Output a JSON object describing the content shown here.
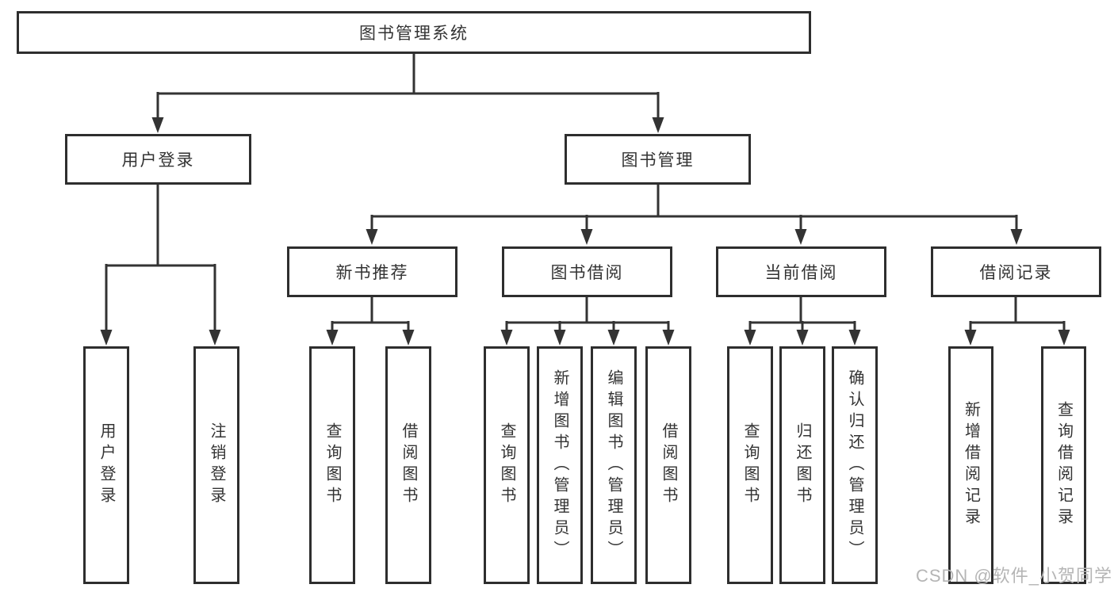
{
  "tree": {
    "root": {
      "label": "图书管理系统",
      "children": [
        {
          "label": "用户登录",
          "children": [
            {
              "label": "用户登录"
            },
            {
              "label": "注销登录"
            }
          ]
        },
        {
          "label": "图书管理",
          "children": [
            {
              "label": "新书推荐",
              "children": [
                {
                  "label": "查询图书"
                },
                {
                  "label": "借阅图书"
                }
              ]
            },
            {
              "label": "图书借阅",
              "children": [
                {
                  "label": "查询图书"
                },
                {
                  "label": "新增图书（管理员）"
                },
                {
                  "label": "编辑图书（管理员）"
                },
                {
                  "label": "借阅图书"
                }
              ]
            },
            {
              "label": "当前借阅",
              "children": [
                {
                  "label": "查询图书"
                },
                {
                  "label": "归还图书"
                },
                {
                  "label": "确认归还（管理员）"
                }
              ]
            },
            {
              "label": "借阅记录",
              "children": [
                {
                  "label": "新增借阅记录"
                },
                {
                  "label": "查询借阅记录"
                }
              ]
            }
          ]
        }
      ]
    }
  },
  "watermark": {
    "text": "CSDN @软件_小贺同学"
  },
  "colors": {
    "line": "#333333",
    "box_border": "#2e2e2e",
    "box_fill": "#ffffff",
    "text": "#333333",
    "watermark": "#b5b5b5",
    "background": "#ffffff"
  }
}
